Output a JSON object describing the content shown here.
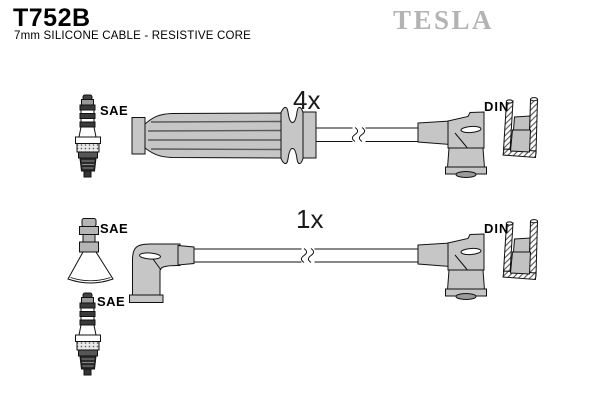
{
  "header": {
    "part_number": "T752B",
    "subtitle": "7mm SILICONE CABLE - RESISTIVE CORE",
    "brand": "TESLA"
  },
  "diagram": {
    "row1": {
      "quantity": "4x",
      "sae_label": "SAE",
      "din_label": "DIN",
      "left_terminal_icon": "spark-plug-icon",
      "left_boot": "straight-ribbed-boot",
      "right_boot": "angled-distributor-boot",
      "right_terminal_icon": "din-socket-cutaway-icon"
    },
    "row2": {
      "quantity": "1x",
      "sae_label_top": "SAE",
      "sae_label_bottom": "SAE",
      "din_label": "DIN",
      "left_terminal_icons": [
        "cone-terminal-icon",
        "spark-plug-icon"
      ],
      "left_boot": "angled-distributor-boot",
      "right_boot": "angled-distributor-boot",
      "right_terminal_icon": "din-socket-cutaway-icon"
    }
  },
  "colors": {
    "background": "#ffffff",
    "text": "#000000",
    "brand_gray": "#b3b3b3",
    "boot_fill": "#c6c6c6",
    "outline": "#111111"
  }
}
